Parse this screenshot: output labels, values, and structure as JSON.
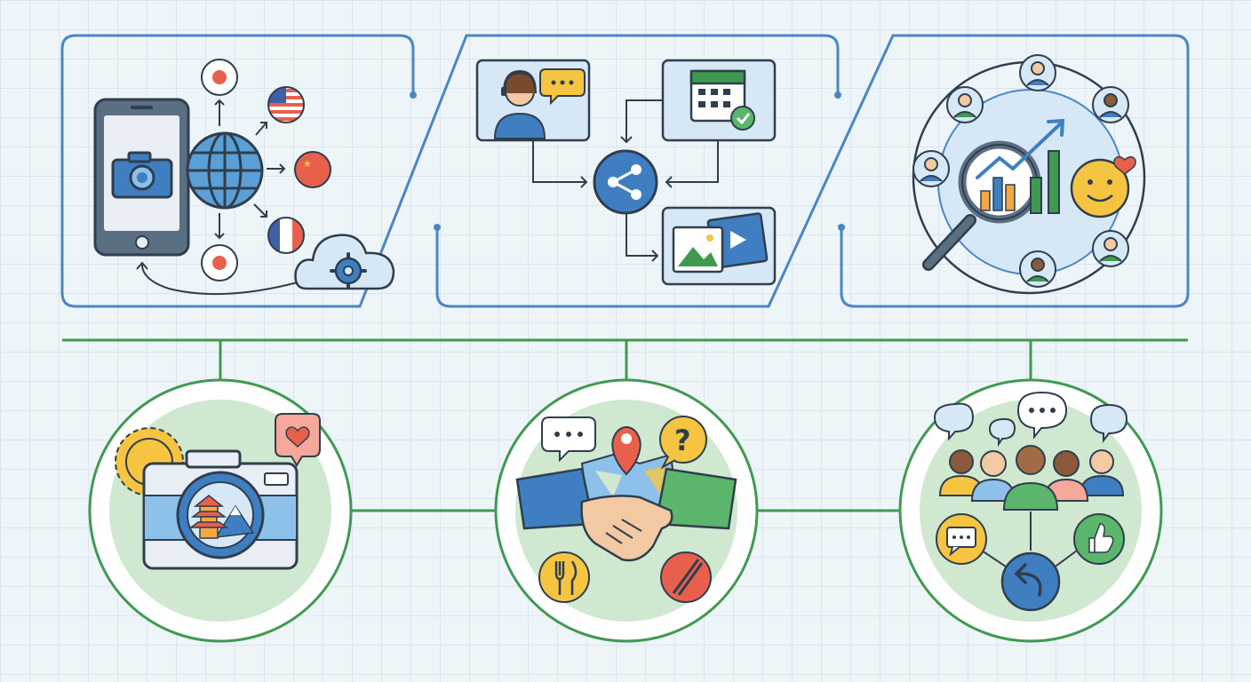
{
  "colors": {
    "background": "#eef5f9",
    "grid": "#d9e6ef",
    "panel_stroke": "#4a86c5",
    "connector_green": "#3f9a50",
    "circle_fill": "#cfe8cf",
    "circle_ring": "#3f9a50",
    "icon_blue": "#3f7fc1",
    "icon_outline": "#2f3e4e",
    "accent_red": "#e8604c",
    "accent_yellow": "#f5c542"
  },
  "panels": [
    {
      "id": "multilingual-cloud-sync",
      "icons": [
        "smartphone-icon",
        "camera-icon",
        "globe-icon",
        "japan-flag-icon",
        "usa-flag-icon",
        "china-flag-icon",
        "france-flag-icon",
        "cloud-gear-icon"
      ]
    },
    {
      "id": "content-distribution-hub",
      "icons": [
        "support-agent-icon",
        "chat-bubble-icon",
        "calendar-check-icon",
        "share-icon",
        "media-gallery-icon"
      ]
    },
    {
      "id": "audience-analytics",
      "icons": [
        "magnifier-chart-icon",
        "trend-arrow-icon",
        "smiley-heart-icon",
        "user-avatar-icon"
      ]
    }
  ],
  "circles": [
    {
      "id": "travel-photo",
      "icons": [
        "sun-icon",
        "camera-icon",
        "pagoda-icon",
        "mountain-icon",
        "heart-bubble-icon"
      ]
    },
    {
      "id": "local-partnership",
      "icons": [
        "handshake-icon",
        "map-pin-icon",
        "question-bubble-icon",
        "chat-bubble-icon",
        "fork-knife-icon",
        "chopsticks-icon"
      ]
    },
    {
      "id": "community-engagement",
      "icons": [
        "people-group-icon",
        "speech-bubble-icon",
        "comment-icon",
        "reply-icon",
        "thumbs-up-icon"
      ]
    }
  ]
}
